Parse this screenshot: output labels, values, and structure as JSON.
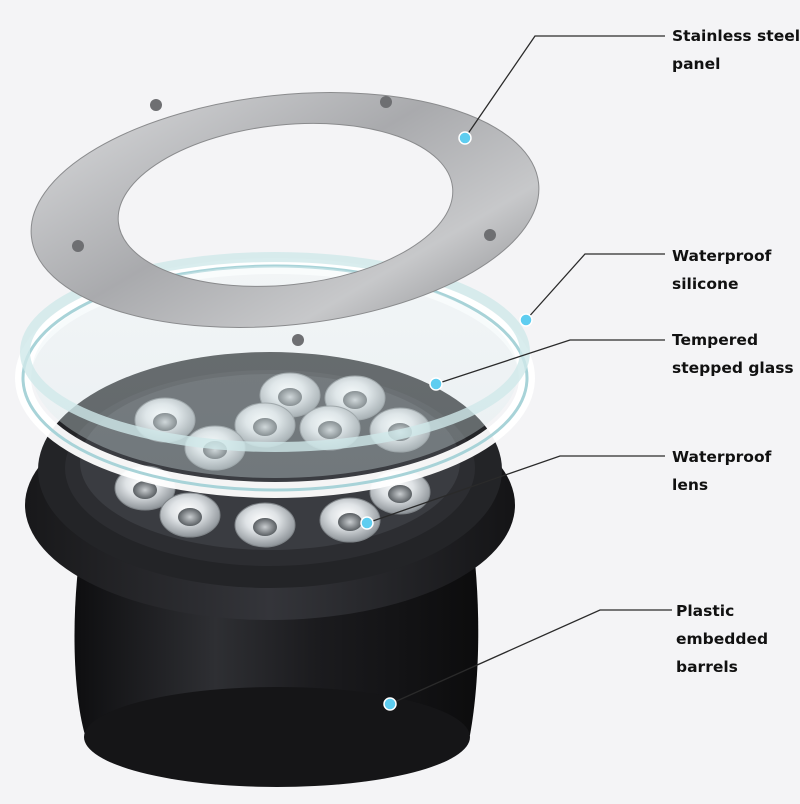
{
  "colors": {
    "background": "#f4f4f6",
    "leader_line": "#2a2a2a",
    "callout_dot": "#5ecdf0",
    "steel": "#b9babc",
    "barrel": "#1c1c1e",
    "glass": "#e4f1f3"
  },
  "callouts": [
    {
      "id": "stainless-steel-panel",
      "lines": [
        "Stainless steel",
        "panel"
      ]
    },
    {
      "id": "waterproof-silicone",
      "lines": [
        "Waterproof",
        "silicone"
      ]
    },
    {
      "id": "tempered-stepped-glass",
      "lines": [
        "Tempered",
        "stepped glass"
      ]
    },
    {
      "id": "waterproof-lens",
      "lines": [
        "Waterproof",
        "lens"
      ]
    },
    {
      "id": "plastic-embedded-barrels",
      "lines": [
        "Plastic",
        "embedded",
        "barrels"
      ]
    }
  ]
}
